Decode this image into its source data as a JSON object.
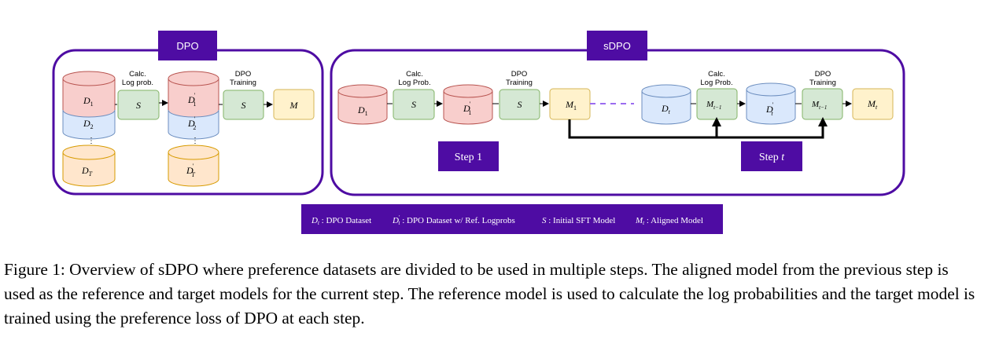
{
  "colors": {
    "purple": "#4e0ca3",
    "red_fill": "#f8cecc",
    "red_stroke": "#b85450",
    "blue_fill": "#dae8fc",
    "blue_stroke": "#6c8ebf",
    "orange_fill": "#ffe6cc",
    "orange_stroke": "#d79b00",
    "green_fill": "#d5e8d4",
    "green_stroke": "#82b366",
    "yellow_fill": "#fff2cc",
    "yellow_stroke": "#d6b656"
  },
  "dpo": {
    "title": "DPO",
    "calc_label": [
      "Calc.",
      "Log prob."
    ],
    "train_label": [
      "DPO",
      "Training"
    ],
    "model_s": "S",
    "model_m": "M",
    "datasets_left": [
      "D1",
      "D2",
      "DT"
    ],
    "datasets_right": [
      "D'1",
      "D'2",
      "D'T"
    ]
  },
  "sdpo": {
    "title": "sDPO",
    "calc_label": [
      "Calc.",
      "Log Prob."
    ],
    "train_label": [
      "DPO",
      "Training"
    ],
    "step1": {
      "dataset": "D1",
      "ref_model": "S",
      "ref_dataset": "D'1",
      "train_model": "S",
      "output": "M1",
      "label": "Step 1"
    },
    "stept": {
      "dataset": "Dt",
      "ref_model": "Mt−1",
      "ref_dataset": "D't",
      "train_model": "Mt−1",
      "output": "Mt",
      "label": "Step t"
    }
  },
  "legend": {
    "items": [
      {
        "sym": "Dt",
        "text": ": DPO Dataset"
      },
      {
        "sym": "D't",
        "text": ": DPO Dataset w/ Ref. Logprobs"
      },
      {
        "sym": "S",
        "text": ": Initial SFT Model"
      },
      {
        "sym": "Mt",
        "text": ": Aligned Model"
      }
    ]
  },
  "caption": "Figure 1: Overview of sDPO where preference datasets are divided to be used in multiple steps. The aligned model from the previous step is used as the reference and target models for the current step. The reference model is used to calculate the log probabilities and the target model is trained using the preference loss of DPO at each step."
}
